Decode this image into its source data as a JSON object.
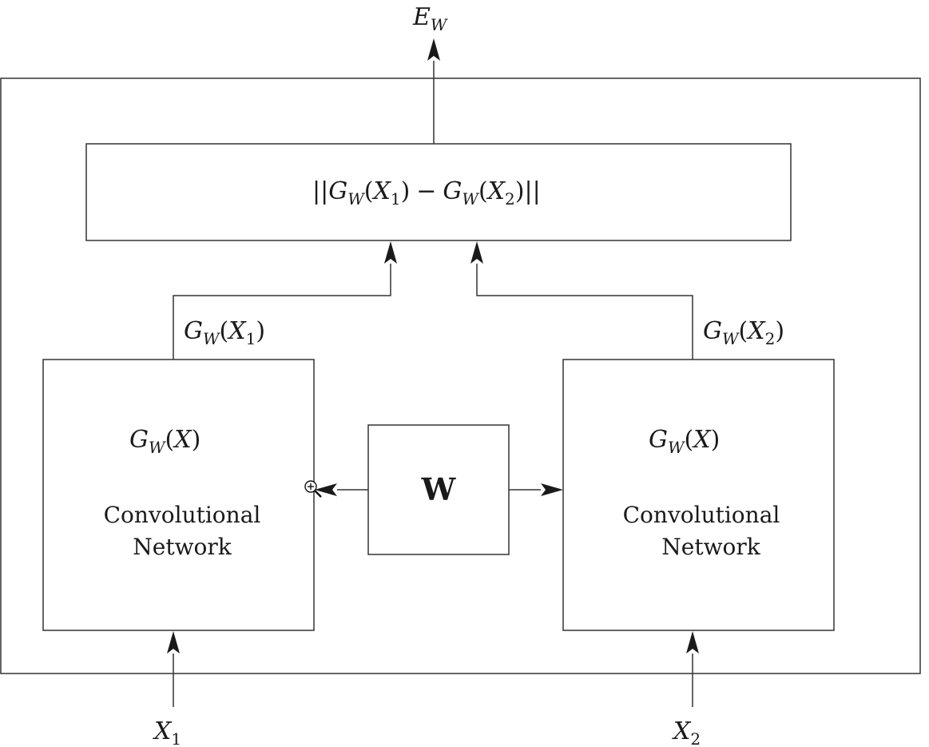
{
  "output": {
    "main": "E",
    "sub": "W"
  },
  "distance_box": {
    "open": "||",
    "g1": "G",
    "g1_sub": "W",
    "g1_arg_open": "(",
    "g1_arg": "X",
    "g1_arg_sub": "1",
    "g1_arg_close": ")",
    "minus": "−",
    "g2": "G",
    "g2_sub": "W",
    "g2_arg_open": "(",
    "g2_arg": "X",
    "g2_arg_sub": "2",
    "g2_arg_close": ")",
    "close": "||"
  },
  "branch_left": {
    "output_label": {
      "main": "G",
      "sub": "W",
      "open": "(",
      "arg": "X",
      "arg_sub": "1",
      "close": ")"
    },
    "network": {
      "formula_main": "G",
      "formula_sub": "W",
      "formula_open": "(",
      "formula_arg": "X",
      "formula_close": ")",
      "line1": "Convolutional",
      "line2": "Network"
    },
    "input": {
      "main": "X",
      "sub": "1"
    }
  },
  "branch_right": {
    "output_label": {
      "main": "G",
      "sub": "W",
      "open": "(",
      "arg": "X",
      "arg_sub": "2",
      "close": ")"
    },
    "network": {
      "formula_main": "G",
      "formula_sub": "W",
      "formula_open": "(",
      "formula_arg": "X",
      "formula_close": ")",
      "line1": "Convolutional",
      "line2": "Network"
    },
    "input": {
      "main": "X",
      "sub": "2"
    }
  },
  "shared_weights": {
    "label": "W"
  },
  "icons": {
    "cursor": "zoom-in-cursor-icon"
  }
}
